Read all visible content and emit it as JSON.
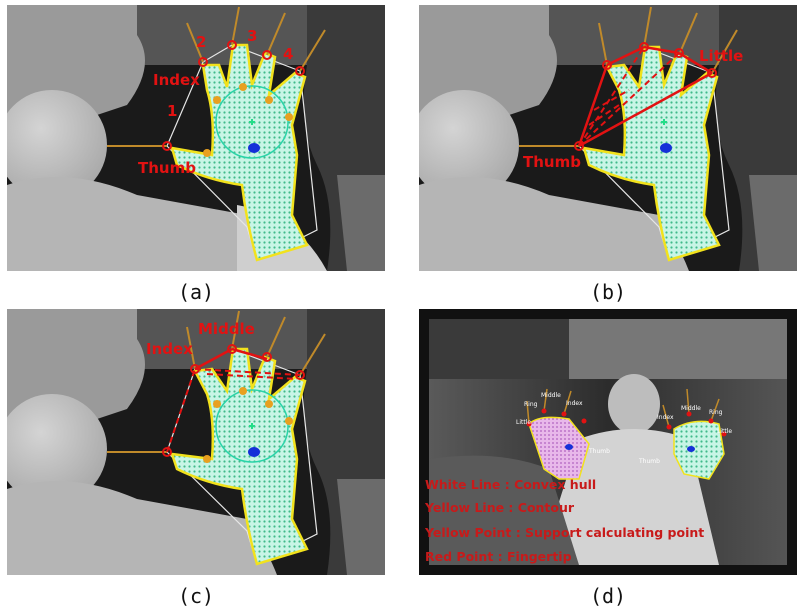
{
  "panels": {
    "a": {
      "caption": "(a)",
      "labels": {
        "n1": "1",
        "n2": "2",
        "n3": "3",
        "n4": "4",
        "index": "Index",
        "thumb": "Thumb"
      }
    },
    "b": {
      "caption": "(b)",
      "labels": {
        "little": "Little",
        "thumb": "Thumb"
      }
    },
    "c": {
      "caption": "(c)",
      "labels": {
        "middle": "Middle",
        "index": "Index"
      }
    },
    "d": {
      "caption": "(d)",
      "labels_left": {
        "ring": "Ring",
        "middle": "Middle",
        "index": "Index",
        "little": "Little",
        "thumb": "Thumb"
      },
      "labels_right": {
        "index": "Index",
        "middle": "Middle",
        "ring": "Ring",
        "little": "Little",
        "thumb": "Thumb"
      },
      "legend": {
        "white_line": "White Line : Convex hull",
        "yellow_line": "Yellow Line : Contour",
        "yellow_point": "Yellow Point : Support calculating point",
        "red_point": "Red Point : Fingertip"
      }
    }
  },
  "colors": {
    "fingertip": "#e21212",
    "contour": "#f2e21c",
    "hand_fill": "#b8f0dc",
    "center": "#1530d8",
    "centroid": "#22dd88"
  }
}
